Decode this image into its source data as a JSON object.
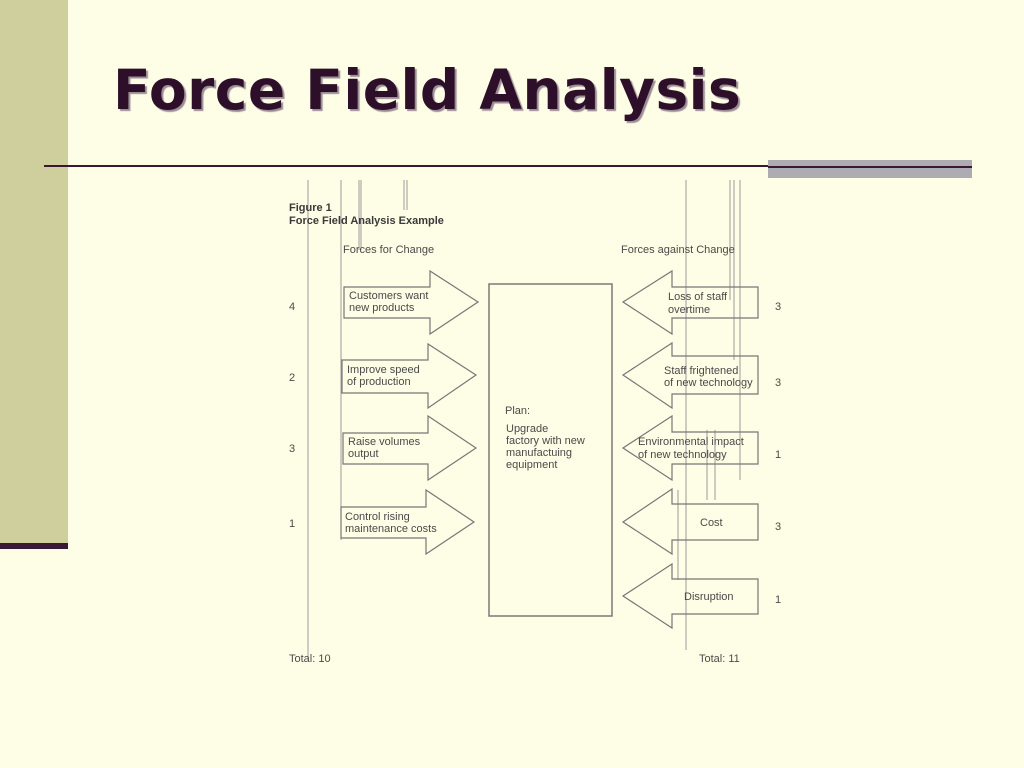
{
  "slide": {
    "title": "Force Field Analysis"
  },
  "figure": {
    "number": "Figure 1",
    "caption": "Force Field Analysis Example",
    "forces_for_heading": "Forces for Change",
    "forces_against_heading": "Forces against Change",
    "plan": {
      "label": "Plan:",
      "lines": [
        "Upgrade",
        "factory with new",
        "manufactuing",
        "equipment"
      ]
    },
    "forces_for": [
      {
        "lines": [
          "Customers want",
          "new products"
        ],
        "score": "4"
      },
      {
        "lines": [
          "Improve speed",
          "of production"
        ],
        "score": "2"
      },
      {
        "lines": [
          "Raise volumes",
          "output"
        ],
        "score": "3"
      },
      {
        "lines": [
          "Control rising",
          "maintenance costs"
        ],
        "score": "1"
      }
    ],
    "forces_against": [
      {
        "lines": [
          "Loss of staff",
          "overtime"
        ],
        "score": "3"
      },
      {
        "lines": [
          "Staff frightened",
          "of new technology"
        ],
        "score": "3"
      },
      {
        "lines": [
          "Environmental impact",
          "of new technology"
        ],
        "score": "1"
      },
      {
        "lines": [
          "Cost"
        ],
        "score": "3"
      },
      {
        "lines": [
          "Disruption"
        ],
        "score": "1"
      }
    ],
    "total_for": "Total: 10",
    "total_against": "Total: 11"
  },
  "colors": {
    "background": "#fefde5",
    "sidebar": "#cfcf9d",
    "title": "#2d0f2a",
    "accent": "#acacb2"
  }
}
